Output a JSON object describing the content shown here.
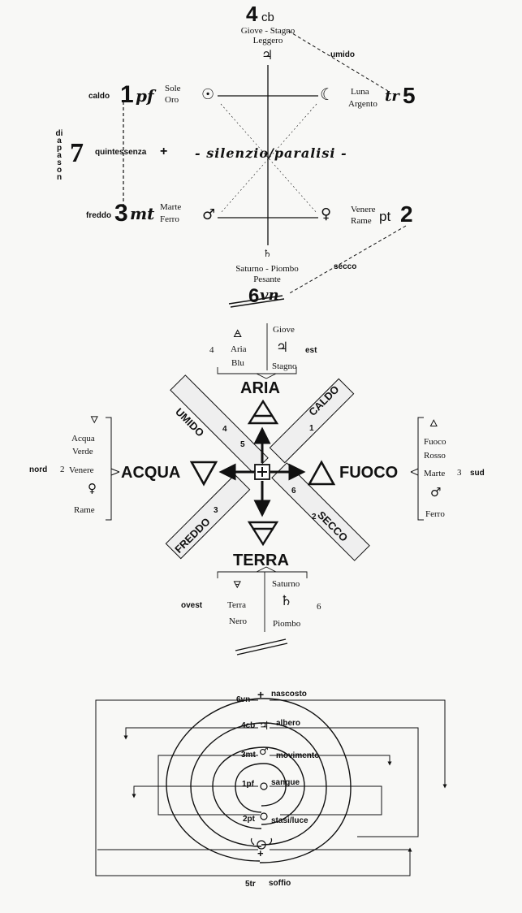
{
  "top": {
    "n4cb": "4",
    "cb": "cb",
    "giove_stagno": "Giove - Stagno",
    "leggero": "Leggero",
    "umido": "umido",
    "caldo": "caldo",
    "n1": "1",
    "pf": "pf",
    "sole": "Sole",
    "oro": "Oro",
    "luna": "Luna",
    "argento": "Argento",
    "tr": "tr",
    "n5": "5",
    "diapason": "diapason",
    "n7": "7",
    "quintessenza": "quintessenza",
    "silenzio": "- silenzio/paralisi -",
    "freddo": "freddo",
    "n3": "3",
    "mt": "mt",
    "marte": "Marte",
    "ferro": "Ferro",
    "venere": "Venere",
    "rame": "Rame",
    "pt": "pt",
    "n2": "2",
    "secco": "secco",
    "saturno_piombo": "Saturno - Piombo",
    "pesante": "Pesante",
    "n6": "6",
    "vn": "vn"
  },
  "middle": {
    "top_box": {
      "aria": "Aria",
      "blu": "Blu",
      "giove": "Giove",
      "stagno": "Stagno",
      "num": "4",
      "dir": "est"
    },
    "aria": "ARIA",
    "acqua": "ACQUA",
    "fuoco": "FUOCO",
    "terra": "TERRA",
    "band_umido": "UMIDO",
    "band_caldo": "CALDO",
    "band_freddo": "FREDDO",
    "band_secco": "SECCO",
    "sub_4": "4",
    "sub_5": "5",
    "sub_1": "1",
    "sub_3": "3",
    "sub_6": "6",
    "sub_2": "2",
    "left_list": {
      "acqua": "Acqua",
      "verde": "Verde",
      "venere": "Venere",
      "rame": "Rame"
    },
    "left_dir": "nord",
    "left_num": "2",
    "right_list": {
      "fuoco": "Fuoco",
      "rosso": "Rosso",
      "marte": "Marte",
      "ferro": "Ferro"
    },
    "right_num": "3",
    "right_dir": "sud",
    "bottom_box": {
      "terra": "Terra",
      "nero": "Nero",
      "saturno": "Saturno",
      "piombo": "Piombo",
      "dir": "ovest",
      "num": "6"
    }
  },
  "bottom": {
    "labels": [
      {
        "code": "6vn",
        "word": "nascosto"
      },
      {
        "code": "4cb",
        "word": "albero"
      },
      {
        "code": "3mt",
        "word": "movimento"
      },
      {
        "code": "1pf",
        "word": "sangue"
      },
      {
        "code": "2pt",
        "word": "stasi/luce"
      },
      {
        "code": "5tr",
        "word": "soffio"
      }
    ]
  },
  "glyphs": {
    "jupiter": "♃",
    "sun": "☉",
    "moon": "☾",
    "mars": "♂",
    "venus": "♀",
    "saturn": "♄",
    "air": "🜁",
    "water": "🜄",
    "fire": "🜂",
    "earth": "🜃",
    "plus": "+"
  }
}
